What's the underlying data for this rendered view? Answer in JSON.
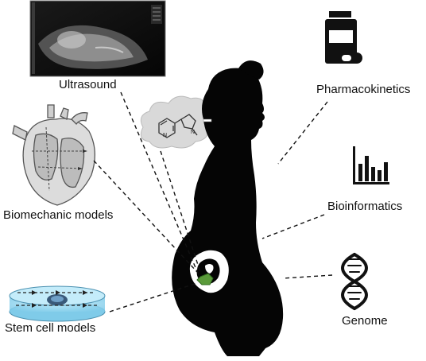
{
  "labels": {
    "ultrasound": "Ultrasound",
    "biomechanic_models": "Biomechanic models",
    "stem_cell_models": "Stem cell models",
    "pharmacokinetics": "Pharmacokinetics",
    "bioinformatics": "Bioinformatics",
    "genome": "Genome"
  },
  "colors": {
    "silhouette": "#050505",
    "fetus_marker": "#5a9a3a",
    "smoke": "#d9d9d9",
    "heart_fill": "#dcdcdc",
    "dish_blue": "#8fd3ee"
  },
  "icons": {
    "ultrasound": "ultrasound-image",
    "molecule": "nicotine-molecule-icon",
    "heart": "heart-model-icon",
    "dish": "petri-dish-icon",
    "pill": "pill-bottle-icon",
    "chart": "bar-chart-icon",
    "dna": "dna-icon"
  }
}
